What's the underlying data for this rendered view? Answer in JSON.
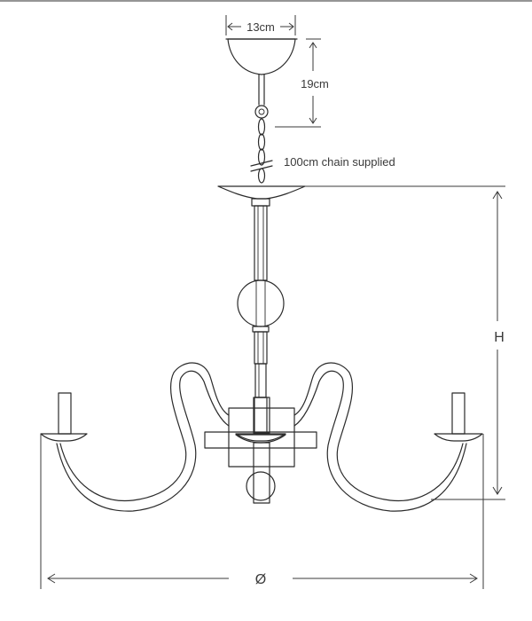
{
  "dimensions": {
    "canopy_width": "13cm",
    "canopy_drop": "19cm",
    "chain_note": "100cm chain supplied",
    "height_symbol": "H",
    "diameter_symbol": "Ø"
  },
  "colors": {
    "line": "#2b2b2b",
    "background": "#ffffff"
  }
}
